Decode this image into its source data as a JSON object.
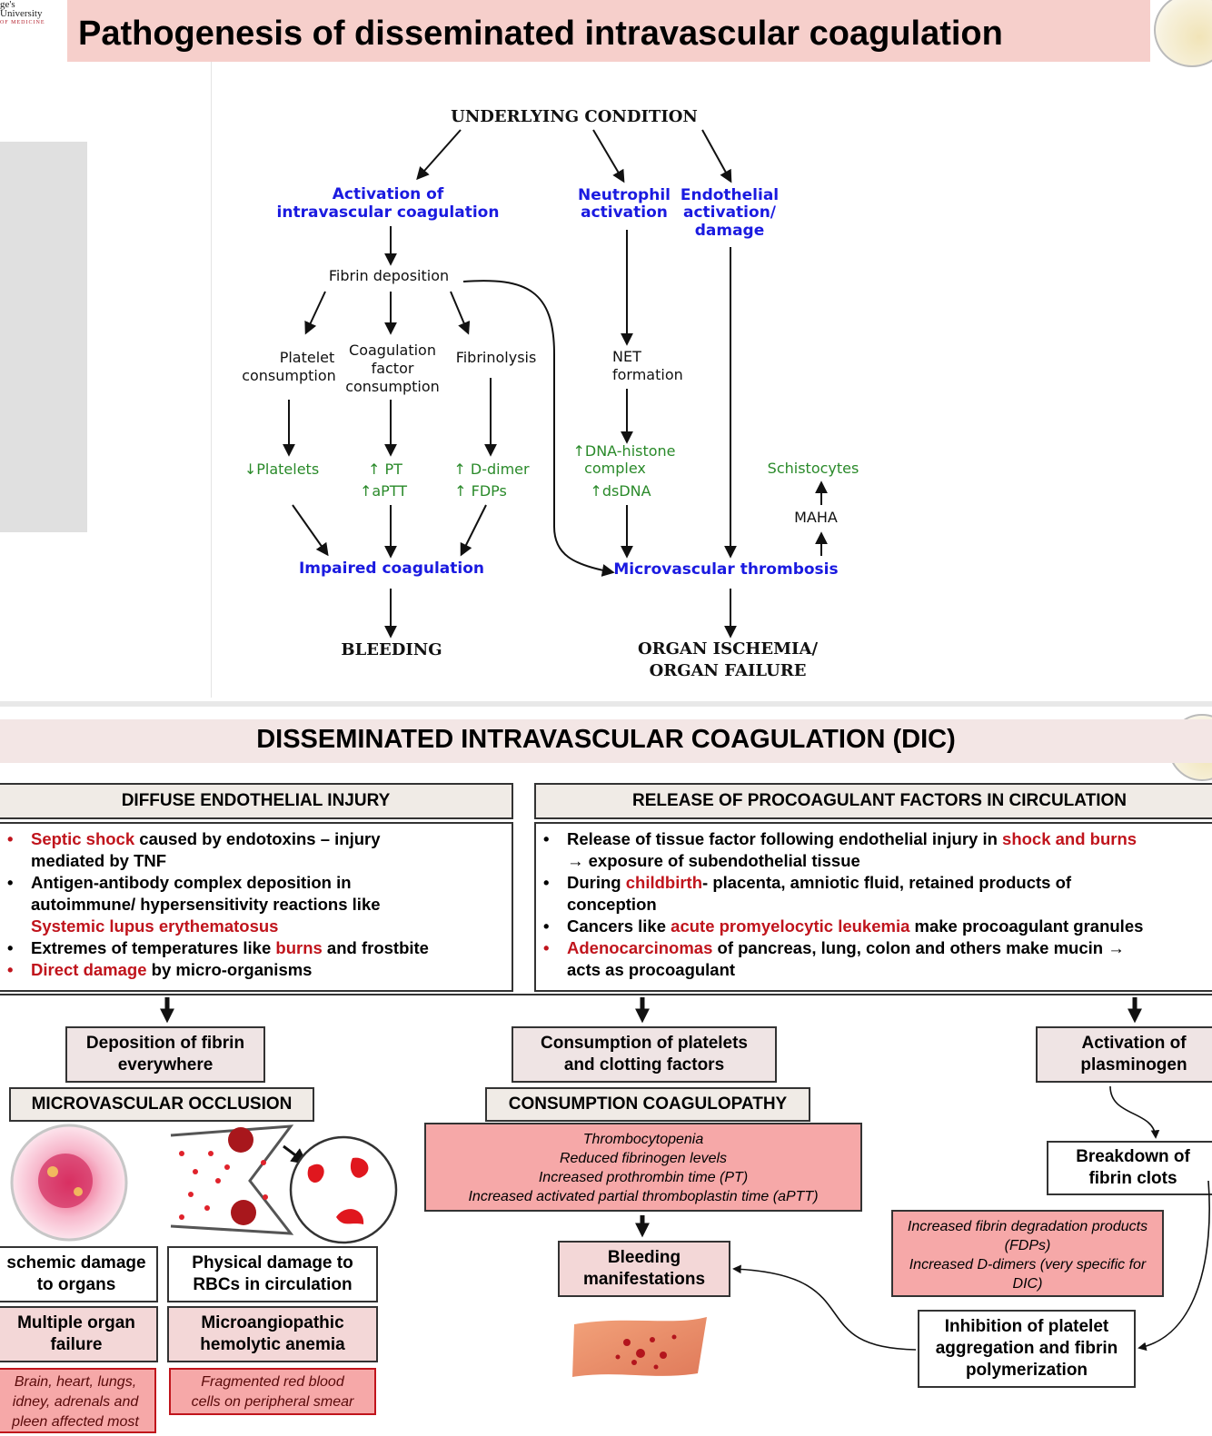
{
  "top_slide": {
    "title": "Pathogenesis of disseminated intravascular coagulation",
    "logo_line1": "ge's University",
    "logo_line2": "OF MEDICINE",
    "flow": {
      "underlying": "UNDERLYING CONDITION",
      "act_line1": "Activation of",
      "act_line2": "intravascular coagulation",
      "neut_line1": "Neutrophil",
      "neut_line2": "activation",
      "endo_line1": "Endothelial",
      "endo_line2": "activation/",
      "endo_line3": "damage",
      "fibrin_dep": "Fibrin deposition",
      "plat_line1": "Platelet",
      "plat_line2": "consumption",
      "coag_line1": "Coagulation",
      "coag_line2": "factor",
      "coag_line3": "consumption",
      "fibrinolysis": "Fibrinolysis",
      "net_line1": "NET",
      "net_line2": "formation",
      "platelets": "↓Platelets",
      "pt": "↑ PT",
      "aptt": "↑aPTT",
      "ddimer": "↑ D-dimer",
      "fdps": "↑ FDPs",
      "dna_line1": "↑DNA-histone",
      "dna_line2": "complex",
      "dsdna": "↑dsDNA",
      "schisto": "Schistocytes",
      "maha": "MAHA",
      "impaired": "Impaired coagulation",
      "microthromb": "Microvascular thrombosis",
      "bleeding": "BLEEDING",
      "organ_line1": "ORGAN ISCHEMIA/",
      "organ_line2": "ORGAN FAILURE"
    }
  },
  "bottom_slide": {
    "title": "DISSEMINATED INTRAVASCULAR COAGULATION (DIC)",
    "left_header": "DIFFUSE ENDOTHELIAL INJURY",
    "right_header": "RELEASE OF PROCOAGULANT FACTORS IN CIRCULATION",
    "left_list": [
      {
        "red": "Septic shock",
        "line1": " caused by endotoxins – injury",
        "line2": "mediated by TNF"
      },
      {
        "line1": "Antigen-antibody complex deposition in",
        "line2": "autoimmune/ hypersensitivity reactions like",
        "red2": "Systemic lupus erythematosus"
      },
      {
        "pre": "Extremes of temperatures like ",
        "red": "burns",
        "post": " and frostbite"
      },
      {
        "red": "Direct damage",
        "post": " by micro-organisms"
      }
    ],
    "right_list": [
      {
        "pre": "Release of tissue factor following endothelial injury in ",
        "red": "shock and burns",
        "line2": "→ exposure of subendothelial tissue"
      },
      {
        "pre": "During ",
        "red": "childbirth",
        "post": "- placenta, amniotic fluid, retained products of",
        "line2": "conception"
      },
      {
        "pre": "Cancers like ",
        "red": "acute promyelocytic leukemia",
        "post": " make procoagulant granules"
      },
      {
        "red": "Adenocarcinomas",
        "post": " of pancreas, lung, colon and others make mucin →",
        "line2": "acts as procoagulant"
      }
    ],
    "deposition": [
      "Deposition of fibrin",
      "everywhere"
    ],
    "micro_occlusion": "MICROVASCULAR OCCLUSION",
    "consumption": [
      "Consumption of platelets",
      "and clotting factors"
    ],
    "consumption_coag": "CONSUMPTION COAGULOPATHY",
    "coag_findings": [
      "Thrombocytopenia",
      "Reduced fibrinogen levels",
      "Increased prothrombin time (PT)",
      "Increased activated partial thromboplastin time (aPTT)"
    ],
    "activation_plasminogen": [
      "Activation of",
      "plasminogen"
    ],
    "breakdown": [
      "Breakdown of",
      "fibrin clots"
    ],
    "fdp_findings": [
      "Increased fibrin degradation products (FDPs)",
      "Increased D-dimers (very specific for DIC)"
    ],
    "ischemic": [
      "schemic damage",
      "to organs"
    ],
    "physical": [
      "Physical damage to",
      "RBCs in circulation"
    ],
    "multi_organ": [
      "Multiple organ",
      "failure"
    ],
    "maha": [
      "Microangiopathic",
      "hemolytic anemia"
    ],
    "organ_note": [
      "Brain, heart, lungs,",
      "idney, adrenals and",
      "pleen affected most"
    ],
    "fragmented_note": [
      "Fragmented red blood",
      "cells on peripheral smear"
    ],
    "bleeding": [
      "Bleeding",
      "manifestations"
    ],
    "inhibition": [
      "Inhibition of platelet",
      "aggregation and fibrin",
      "polymerization"
    ]
  },
  "colors": {
    "title_bar": "#f6cfcb",
    "flow_blue": "#1a1ae0",
    "flow_green": "#2a8a2a",
    "emphasis_red": "#c0141c",
    "finding_pink": "#f6a8a8"
  }
}
